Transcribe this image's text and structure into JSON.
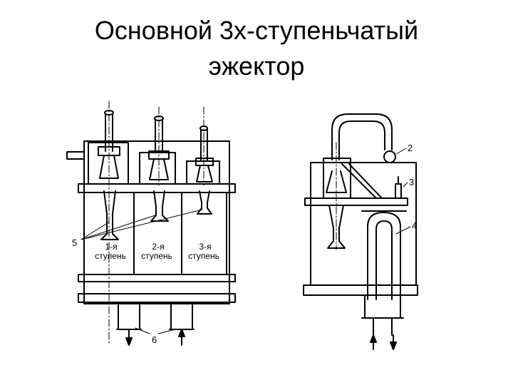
{
  "slide": {
    "title_line1": "Основной 3х-ступеньчатый",
    "title_line2": "эжектор"
  },
  "diagram": {
    "left": {
      "label_5": "5",
      "label_6": "6",
      "stage_1_num": "1-я",
      "stage_1_word": "ступень",
      "stage_2_num": "2-я",
      "stage_2_word": "ступень",
      "stage_3_num": "3-я",
      "stage_3_word": "ступень"
    },
    "right": {
      "label_2": "2",
      "label_3": "3",
      "label_4": "4"
    }
  }
}
